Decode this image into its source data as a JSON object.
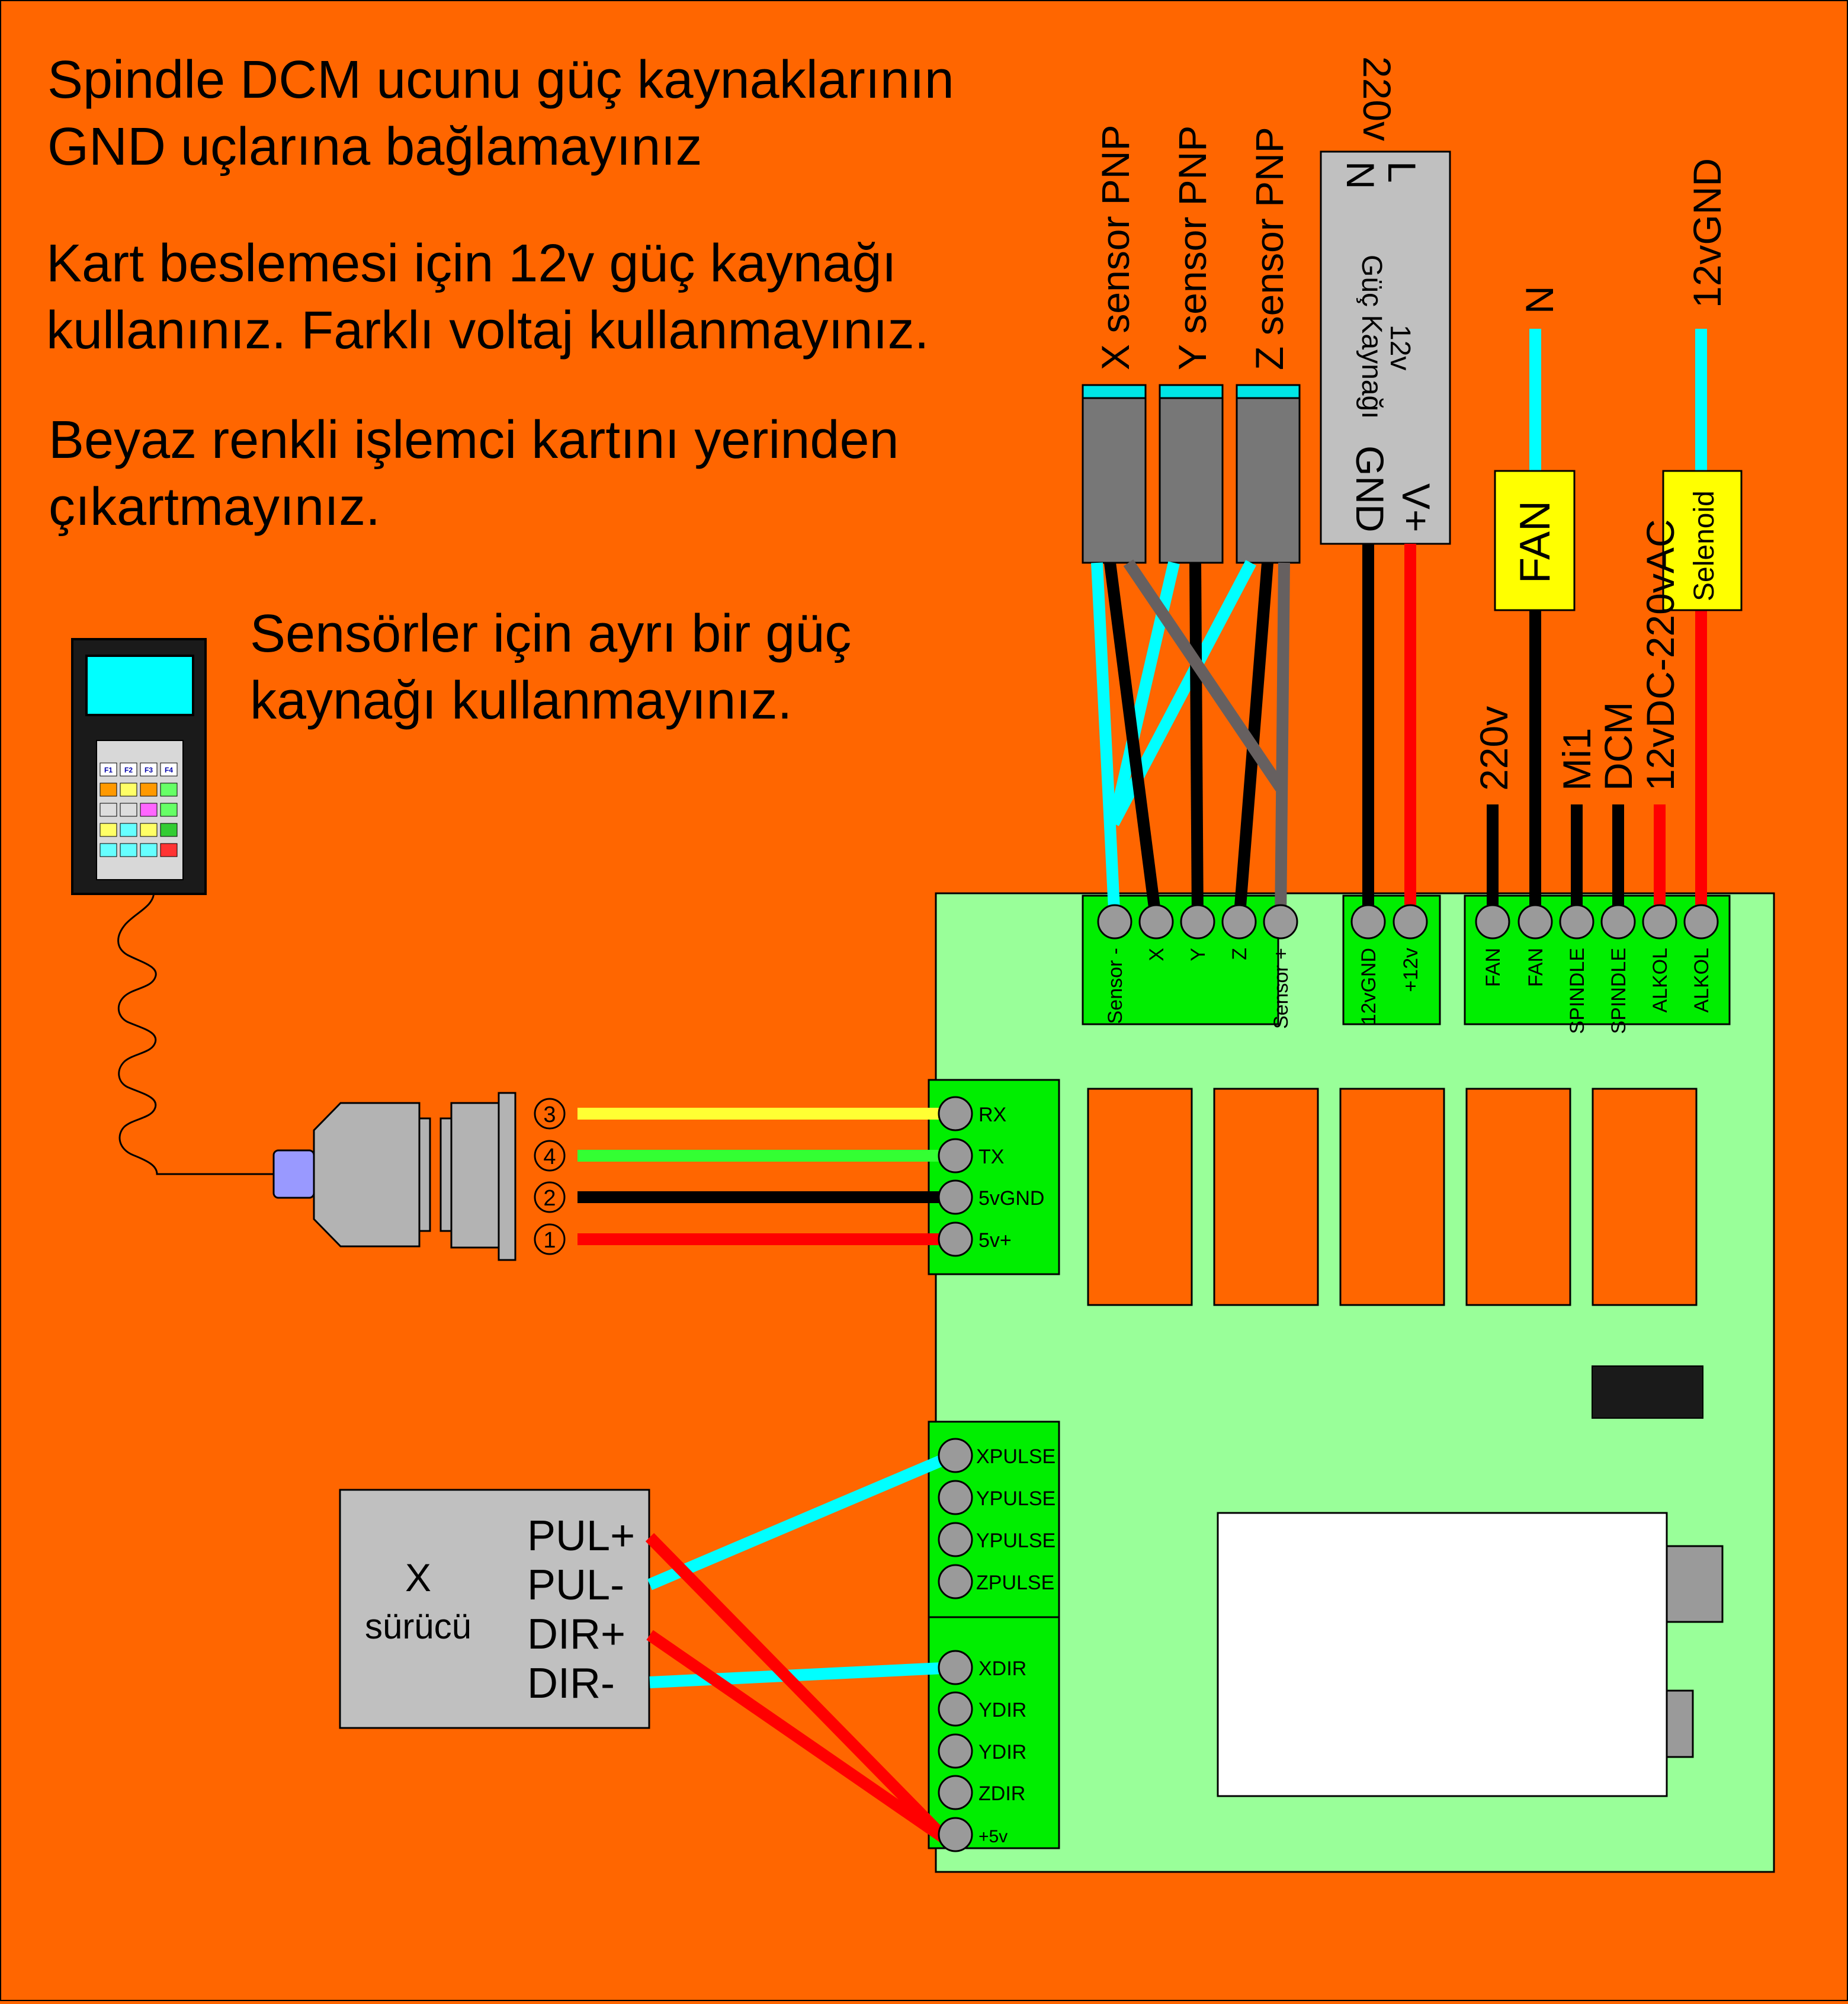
{
  "notes": {
    "n1_line1": "Spindle DCM ucunu güç kaynaklarının",
    "n1_line2": "GND uçlarına bağlamayınız",
    "n2_line1": "Kart beslemesi için 12v güç kaynağı",
    "n2_line2": "kullanınız. Farklı voltaj kullanmayınız.",
    "n3_line1": "Beyaz renkli işlemci kartını yerinden",
    "n3_line2": "çıkartmayınız.",
    "n4_line1": "Sensörler için ayrı bir güç",
    "n4_line2": "kaynağı kullanmayınız."
  },
  "sensors": {
    "x": "X sensor PNP",
    "y": "Y sensor PNP",
    "z": "Z sensor PNP"
  },
  "power_supply": {
    "input": "220v",
    "l": "L",
    "n": "N",
    "voltage": "12v",
    "name": "Güç Kaynağı",
    "gnd": "GND",
    "vplus": "V+"
  },
  "outputs": {
    "n": "N",
    "gnd12": "12vGND",
    "fan": "FAN",
    "selenoid": "Selenoid",
    "v220": "220v",
    "mi1": "Mi1",
    "dcm": "DCM",
    "dcac": "12vDC-220vAC"
  },
  "terminals": {
    "sensor": [
      "Sensor -",
      "X",
      "Y",
      "Z",
      "Sensor +"
    ],
    "power": [
      "12vGND",
      "+12v"
    ],
    "outputs": [
      "FAN",
      "FAN",
      "SPINDLE",
      "SPINDLE",
      "ALKOL",
      "ALKOL"
    ],
    "serial": [
      "RX",
      "TX",
      "5vGND",
      "5v+"
    ],
    "pulse": [
      "XPULSE",
      "YPULSE",
      "YPULSE",
      "ZPULSE"
    ],
    "dir": [
      "XDIR",
      "YDIR",
      "YDIR",
      "ZDIR",
      "+5v"
    ]
  },
  "connector_pins": [
    "3",
    "4",
    "2",
    "1"
  ],
  "driver": {
    "name": "X",
    "subtitle": "sürücü",
    "pins": [
      "PUL+",
      "PUL-",
      "DIR+",
      "DIR-"
    ]
  },
  "pendant": {
    "keys": [
      "F1",
      "F2",
      "F3",
      "F4"
    ]
  },
  "colors": {
    "background": "#ff6600",
    "board": "#99ff99",
    "terminal": "#00ee00",
    "wire_yellow": "#ffff33",
    "wire_green": "#33ff33",
    "wire_black": "#000000",
    "wire_red": "#ff0000",
    "wire_cyan": "#00ffff",
    "wire_gray": "#666060",
    "label_box": "#ffff00",
    "power_supply": "#c0c0c0"
  }
}
